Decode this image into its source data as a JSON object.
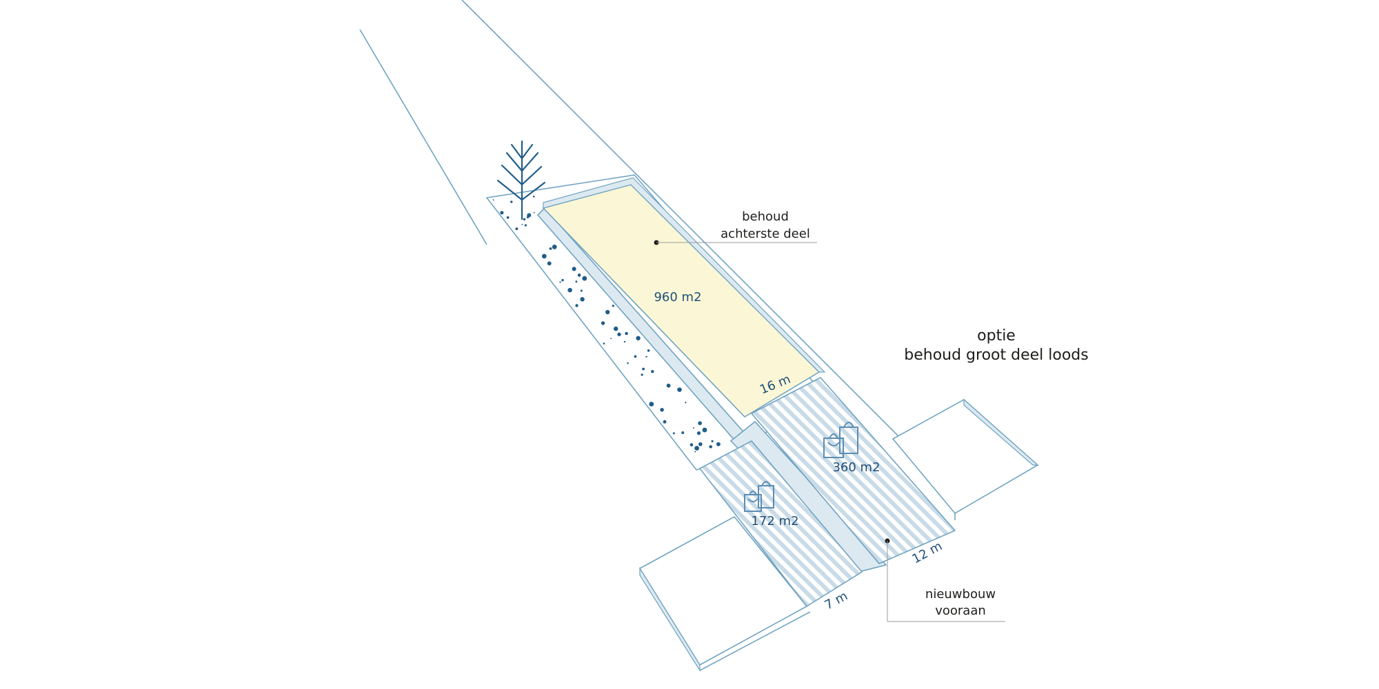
{
  "labels": {
    "retain_back_line1": "behoud",
    "retain_back_line2": "achterste deel",
    "option_line1": "optie",
    "option_line2": "behoud groot deel loods",
    "new_build_line1": "nieuwbouw",
    "new_build_line2": "vooraan",
    "area_main": "960 m2",
    "area_shop_right": "360 m2",
    "area_shop_left": "172 m2",
    "dim_16": "16 m",
    "dim_12": "12 m",
    "dim_7": "7 m"
  },
  "icons": {
    "tree": "tree-icon",
    "shopping_bags": "shopping-bags-icon"
  },
  "colors": {
    "outline": "#6fa3c0",
    "wall_fill": "#dde9f1",
    "retained_area": "#fbf7d6",
    "new_build_hatch": "#b7cfdf",
    "gravel_dots": "#1f5d8a",
    "text_blue": "#1f4e79",
    "text_dark": "#1d1d1b"
  }
}
